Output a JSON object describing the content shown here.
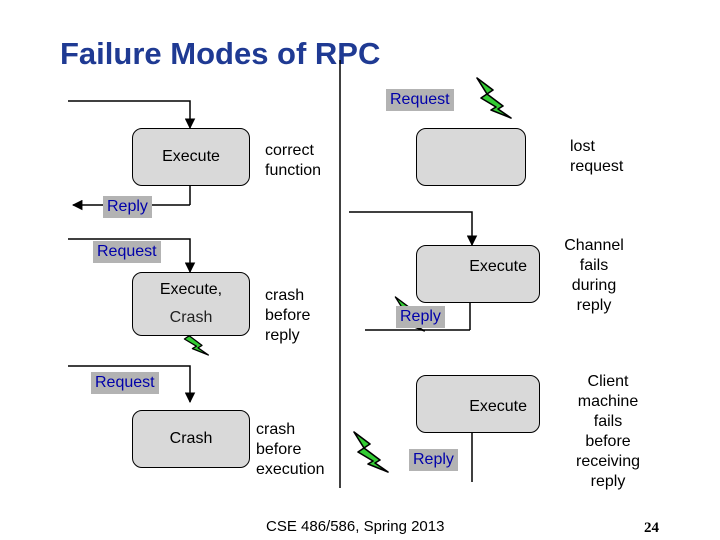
{
  "title": "Failure Modes of RPC",
  "scenario1": {
    "request": "Request",
    "execute": "Execute",
    "result_note_1": "correct",
    "result_note_2": "function",
    "reply": "Reply",
    "failure_note_1": "lost",
    "failure_note_2": "request"
  },
  "scenario2": {
    "request": "Request",
    "execute_1": "Execute,",
    "execute_2": "Crash",
    "note_1": "crash",
    "note_2": "before",
    "note_3": "reply",
    "server_execute": "Execute",
    "reply": "Reply",
    "failure_note_1": "Channel",
    "failure_note_2": "fails",
    "failure_note_3": "during",
    "failure_note_4": "reply"
  },
  "scenario3": {
    "request": "Request",
    "crash": "Crash",
    "note_1": "crash",
    "note_2": "before",
    "note_3": "execution",
    "server_execute": "Execute",
    "reply": "Reply",
    "failure_note_1": "Client",
    "failure_note_2": "machine",
    "failure_note_3": "fails",
    "failure_note_4": "before",
    "failure_note_5": "receiving",
    "failure_note_6": "reply"
  },
  "footer": "CSE 486/586, Spring 2013",
  "page_number": "24",
  "colors": {
    "title": "#1f3a93",
    "label_text": "#0000aa",
    "label_bg": "#b3b3b3",
    "box_fill": "#d9d9d9",
    "lightning": "#33cc33"
  },
  "icons": [
    "lightning-icon"
  ]
}
